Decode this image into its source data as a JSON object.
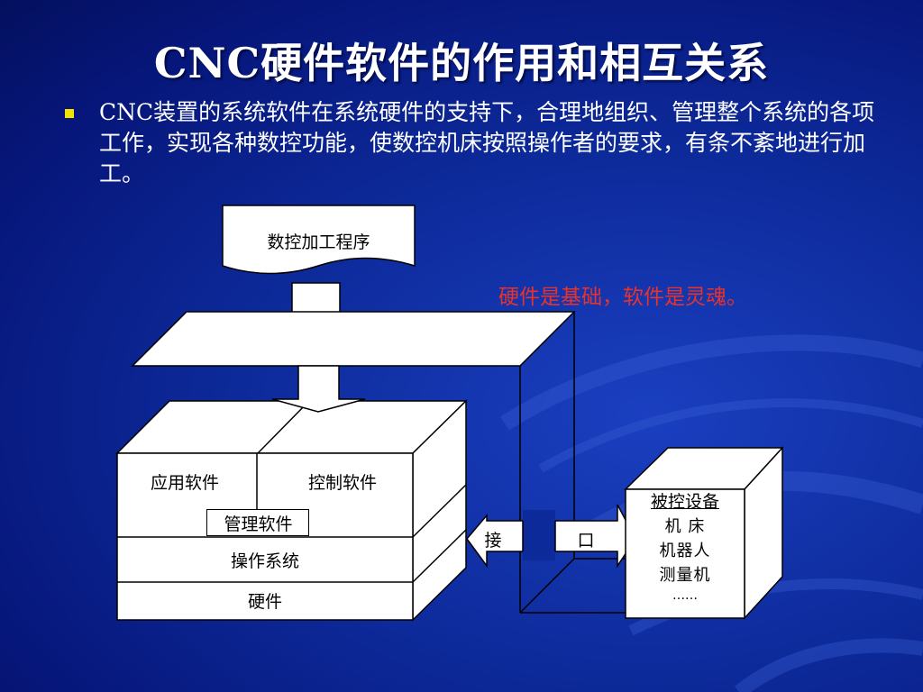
{
  "slide": {
    "title": "CNC硬件软件的作用和相互关系",
    "bullet": "CNC装置的系统软件在系统硬件的支持下，合理地组织、管理整个系统的各项工作，实现各种数控功能，使数控机床按照操作者的要求，有条不紊地进行加工。"
  },
  "diagram": {
    "program_label": "数控加工程序",
    "note": "硬件是基础，软件是灵魂。",
    "app_software": "应用软件",
    "control_software": "控制软件",
    "management_software": "管理软件",
    "os": "操作系统",
    "hardware": "硬件",
    "interface_left": "接",
    "interface_right": "口",
    "device": {
      "title": "被控设备",
      "items": [
        "机 床",
        "机器人",
        "测量机"
      ],
      "more": "……"
    }
  },
  "colors": {
    "background": "#0d2a9a",
    "title_text": "#ffffff",
    "bullet_mark": "#f0e400",
    "note_text": "#e8322a"
  }
}
